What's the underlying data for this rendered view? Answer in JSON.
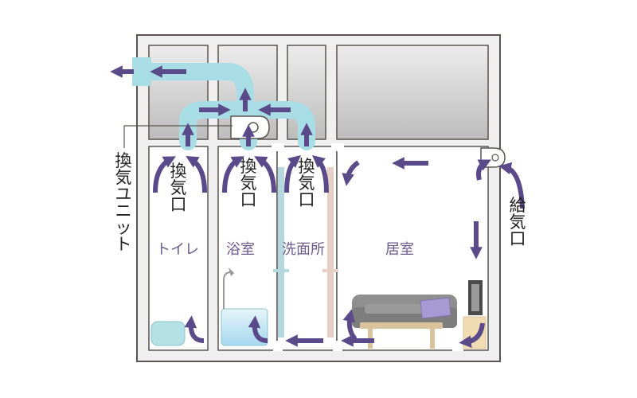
{
  "labels": {
    "ventilation_unit": "換気ユニット",
    "exhaust_port": "換気口",
    "supply_port": "給気口"
  },
  "rooms": {
    "toilet": "トイレ",
    "bathroom": "浴室",
    "washroom": "洗面所",
    "living_room": "居室"
  },
  "colors": {
    "wall": "#5a5550",
    "interior": "#ffffff",
    "duct": "#a9dde6",
    "arrow": "#5b4a8a",
    "window": "#d9d9d9",
    "room_text": "#6a5b8c"
  },
  "icons": [
    "ventilation-fan-icon",
    "exhaust-duct-icon",
    "supply-vent-icon",
    "toilet-icon",
    "bathtub-icon",
    "shower-icon",
    "sofa-icon",
    "cushion-icon",
    "table-icon",
    "tv-icon"
  ]
}
